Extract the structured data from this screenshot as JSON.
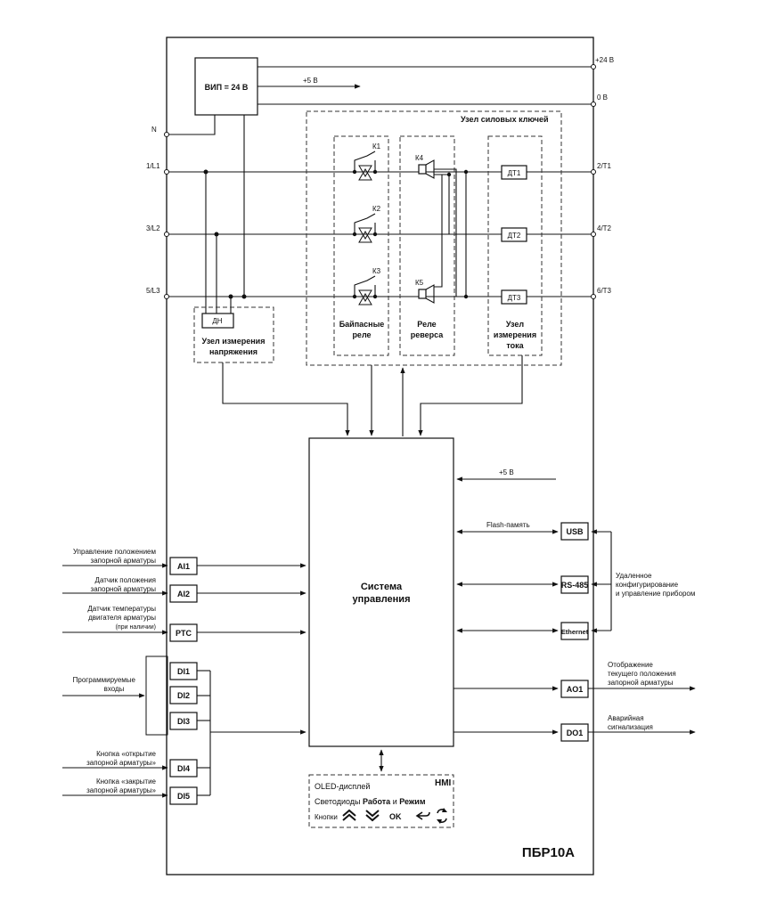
{
  "device": {
    "model": "ПБР10А"
  },
  "power_supply": {
    "label": "ВИП = 24 В",
    "out_5v": "+5 В"
  },
  "terminals": {
    "left": {
      "n": "N",
      "l1": "1/L1",
      "l2": "3/L2",
      "l3": "5/L3"
    },
    "right": {
      "plus24": "+24 В",
      "zero": "0 В",
      "t1": "2/T1",
      "t2": "4/T2",
      "t3": "6/T3"
    }
  },
  "power_keys": {
    "title": "Узел силовых ключей",
    "bypass": {
      "caption_1": "Байпасные",
      "caption_2": "реле",
      "k1": "К1",
      "k2": "К2",
      "k3": "К3"
    },
    "reverse": {
      "caption_1": "Реле",
      "caption_2": "реверса",
      "k4": "К4",
      "k5": "К5"
    },
    "current": {
      "caption_1": "Узел",
      "caption_2": "измерения",
      "caption_3": "тока",
      "dt1": "ДТ1",
      "dt2": "ДТ2",
      "dt3": "ДТ3"
    }
  },
  "voltage_node": {
    "dn": "ДН",
    "caption_1": "Узел измерения",
    "caption_2": "напряжения"
  },
  "control": {
    "title_1": "Система",
    "title_2": "управления",
    "plus5": "+5 В",
    "flash": "Flash-память"
  },
  "interfaces": {
    "usb": "USB",
    "rs485": "RS-485",
    "ethernet": "Ethernet",
    "remote_1": "Удаленное",
    "remote_2": "конфигурирование",
    "remote_3": "и управление прибором"
  },
  "inputs": {
    "ai1": {
      "label": "AI1",
      "desc_1": "Управление положением",
      "desc_2": "запорной арматуры"
    },
    "ai2": {
      "label": "AI2",
      "desc_1": "Датчик положения",
      "desc_2": "запорной арматуры"
    },
    "ptc": {
      "label": "PTC",
      "desc_1": "Датчик температуры",
      "desc_2": "двигателя арматуры",
      "desc_3": "(при наличии)"
    },
    "di1": "DI1",
    "di2": "DI2",
    "di3": "DI3",
    "programmable_1": "Программируемые",
    "programmable_2": "входы",
    "di4": {
      "label": "DI4",
      "desc_1": "Кнопка «открытие",
      "desc_2": "запорной арматуры»"
    },
    "di5": {
      "label": "DI5",
      "desc_1": "Кнопка «закрытие",
      "desc_2": "запорной арматуры»"
    }
  },
  "outputs": {
    "ao1": {
      "label": "AO1",
      "desc_1": "Отображение",
      "desc_2": "текущего положения",
      "desc_3": "запорной арматуры"
    },
    "do1": {
      "label": "DO1",
      "desc_1": "Аварийная",
      "desc_2": "сигнализация"
    }
  },
  "hmi": {
    "title": "HMI",
    "oled": "OLED-дисплей",
    "leds_prefix": "Светодиоды",
    "led_work": "Работа",
    "leds_and": "и",
    "led_mode": "Режим",
    "buttons": "Кнопки",
    "ok": "OK"
  }
}
